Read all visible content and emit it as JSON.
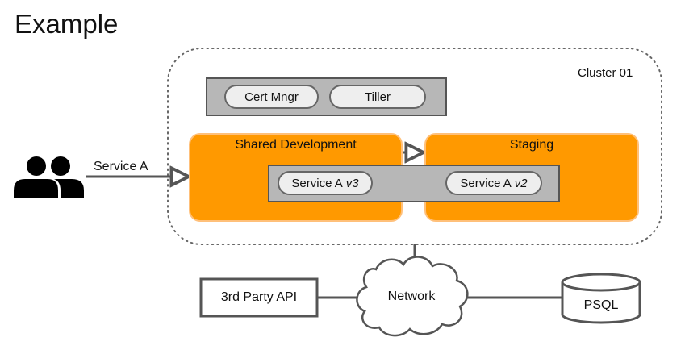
{
  "title": "Example",
  "cluster": {
    "label": "Cluster 01"
  },
  "tools": [
    "Cert Mngr",
    "Tiller"
  ],
  "envs": {
    "dev": "Shared Development",
    "staging": "Staging"
  },
  "services": [
    {
      "name": "Service A",
      "version": "v3"
    },
    {
      "name": "Service A",
      "version": "v2"
    }
  ],
  "users": {
    "link_label": "Service A",
    "icon": "users-icon"
  },
  "external": {
    "api": "3rd Party API",
    "network": "Network",
    "db": "PSQL"
  },
  "colors": {
    "env": "#ff9900",
    "tool_bar": "#b7b7b7",
    "pill": "#eeeeee"
  }
}
